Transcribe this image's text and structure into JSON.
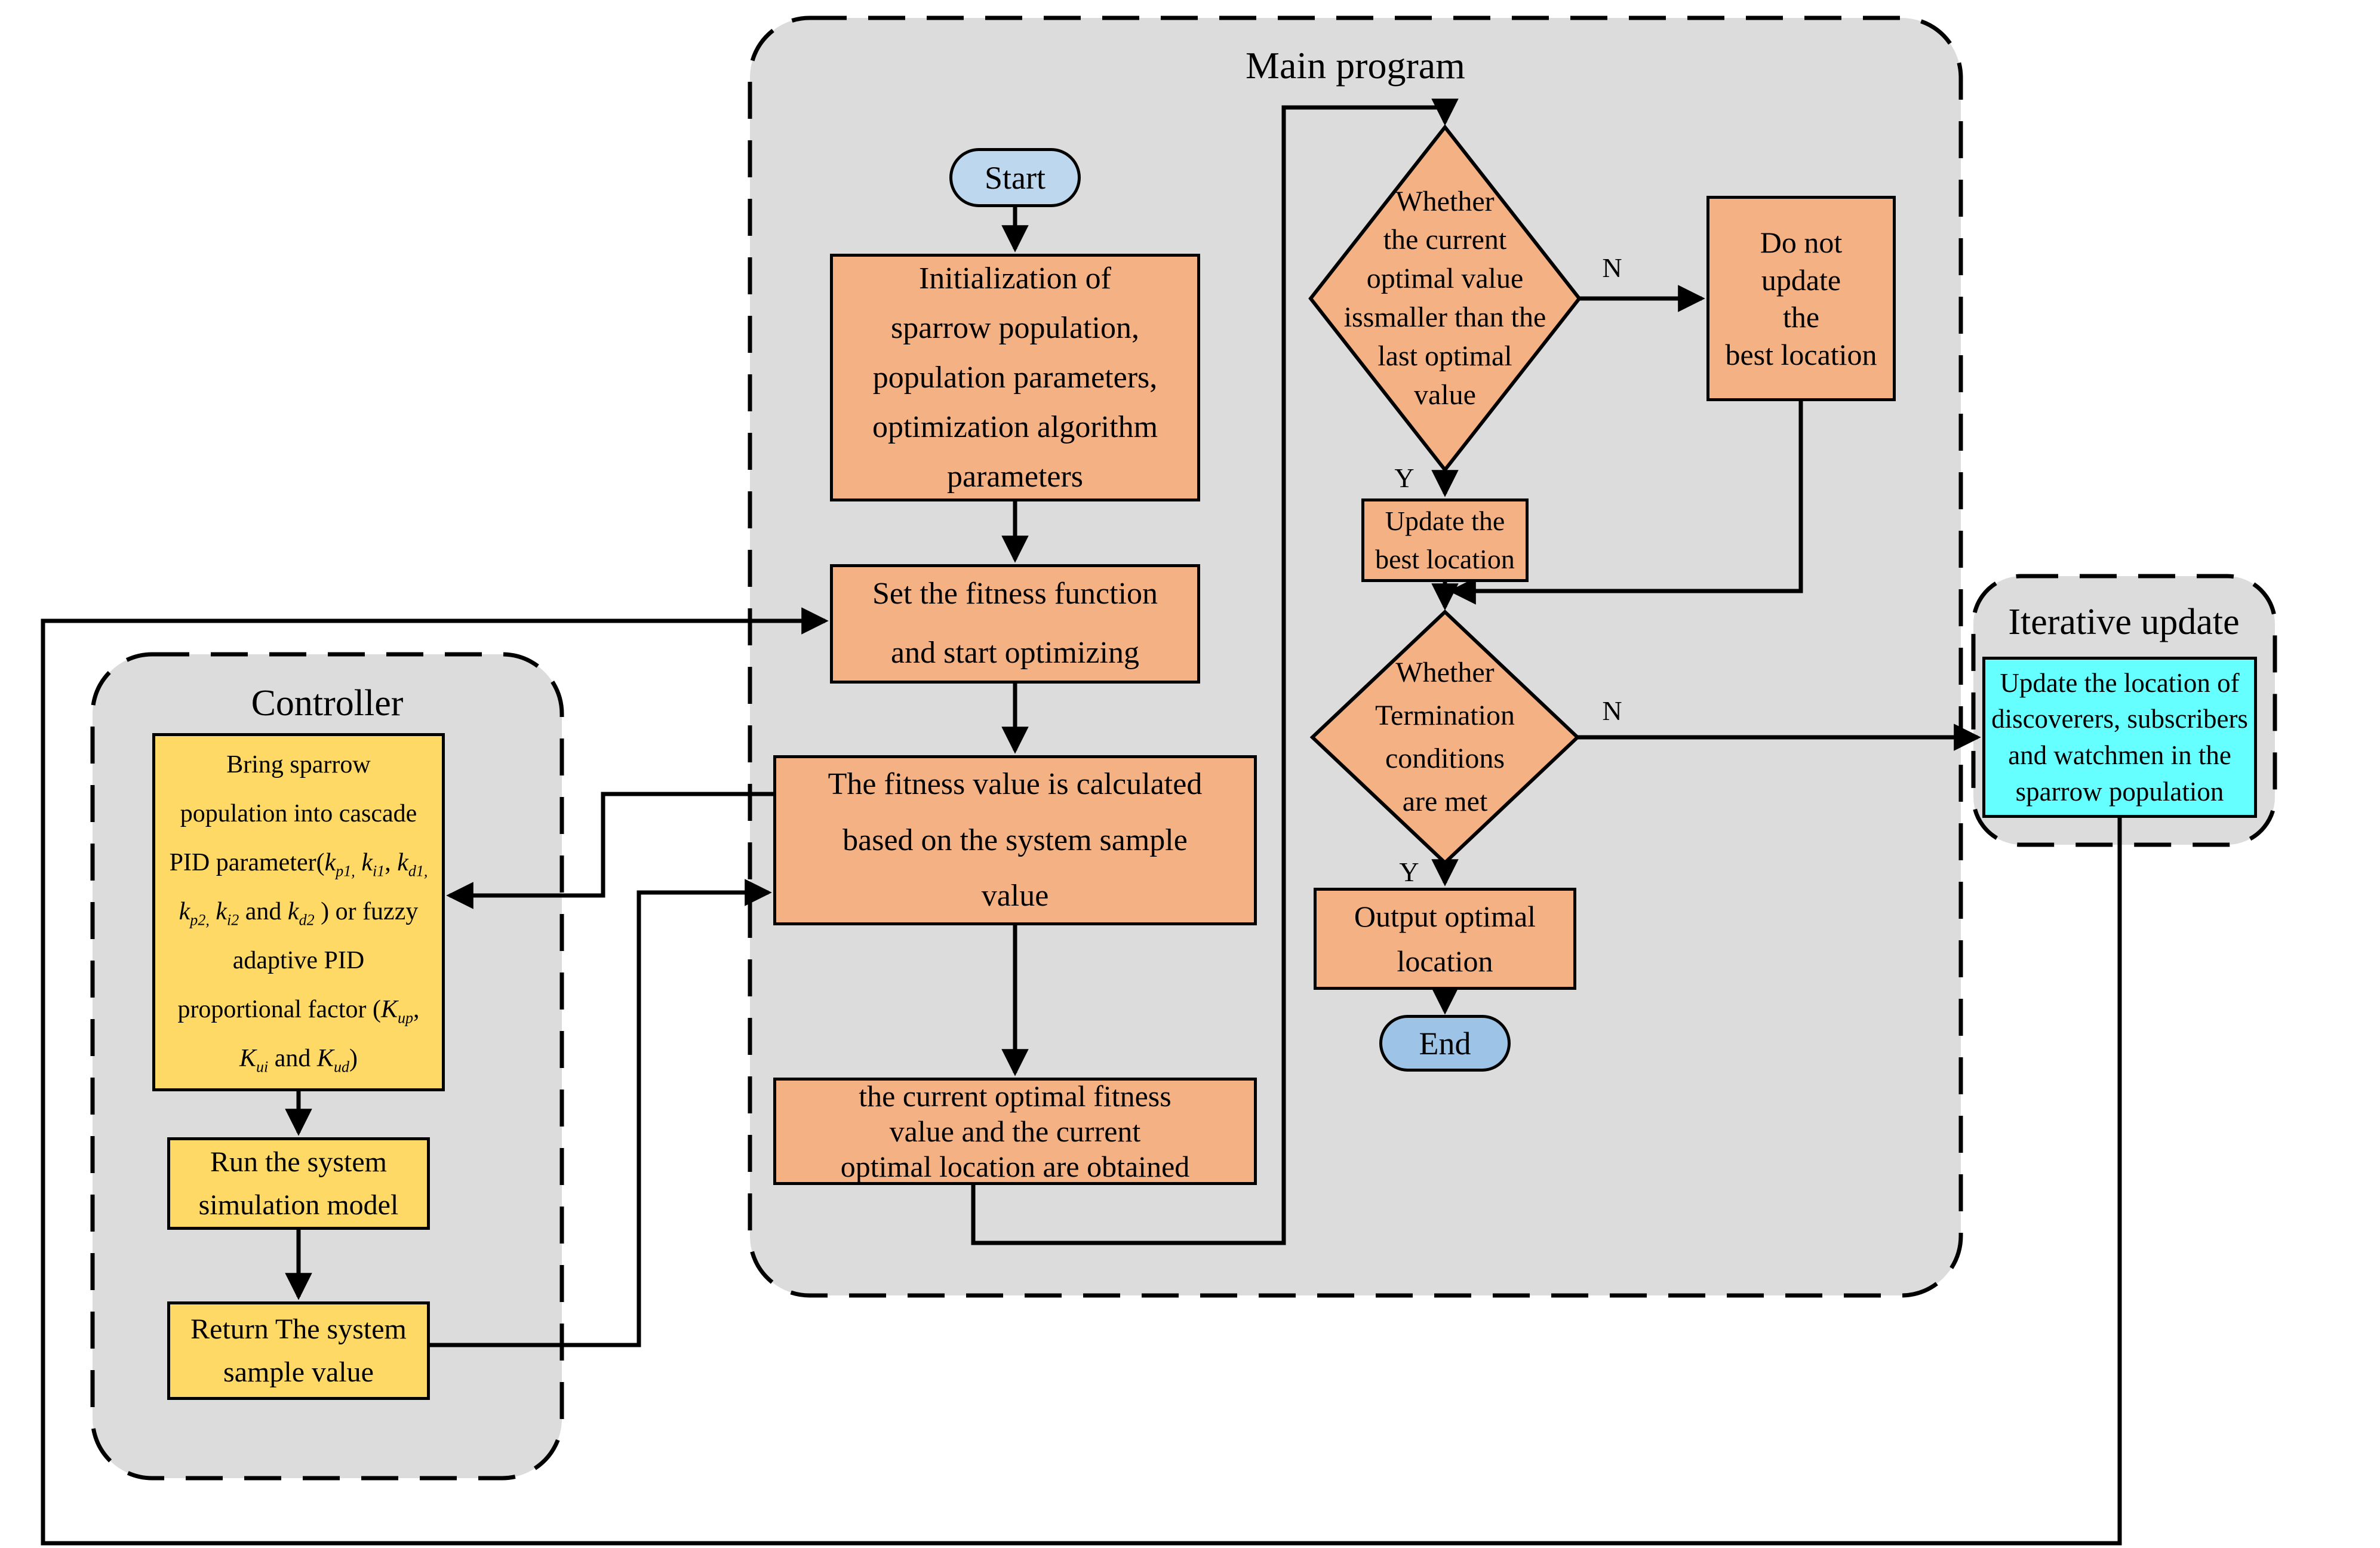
{
  "palette": {
    "page-bg": "#ffffff",
    "container-fill": "#dcdcdc",
    "process-fill": "#f4b183",
    "controller-fill": "#ffd966",
    "iterative-fill": "#66ffff",
    "start-fill": "#bdd7ee",
    "end-fill": "#9dc3e6",
    "line": "#000000"
  },
  "containers": {
    "main": {
      "title": "Main program"
    },
    "controller": {
      "title": "Controller"
    },
    "iterative": {
      "title": "Iterative update"
    }
  },
  "nodes": {
    "start": {
      "label": "Start"
    },
    "init": {
      "lines": [
        "Initialization of",
        "sparrow population,",
        "population parameters,",
        "optimization algorithm",
        "parameters"
      ]
    },
    "set_fitness": {
      "lines": [
        "Set the fitness function",
        "and start optimizing"
      ]
    },
    "fitness_calc": {
      "lines": [
        "The fitness value is calculated",
        "based on the system sample",
        "value"
      ]
    },
    "current_optimal": {
      "lines": [
        "the current optimal fitness",
        "value and the current",
        "optimal location are obtained"
      ]
    },
    "decision_optimal": {
      "lines": [
        "Whether",
        "the current",
        "optimal value",
        "issmaller than the",
        "last optimal",
        "value"
      ]
    },
    "do_not_update": {
      "lines": [
        "Do not",
        "update",
        "the",
        "best location"
      ]
    },
    "update_best": {
      "lines": [
        "Update the",
        "best location"
      ]
    },
    "decision_termination": {
      "lines": [
        "Whether",
        "Termination",
        "conditions",
        "are met"
      ]
    },
    "output_optimal": {
      "lines": [
        "Output optimal",
        "location"
      ]
    },
    "end": {
      "label": "End"
    },
    "update_location": {
      "lines": [
        "Update the location of",
        "discoverers, subscribers",
        "and watchmen in the",
        "sparrow population"
      ]
    },
    "run_model": {
      "lines": [
        "Run the system",
        "simulation model"
      ]
    },
    "return_sample": {
      "lines": [
        "Return The system",
        "sample value"
      ]
    },
    "bring_population": {
      "rich_lines": [
        [
          {
            "t": "Bring sparrow"
          }
        ],
        [
          {
            "t": "population into cascade"
          }
        ],
        [
          {
            "t": "PID parameter("
          },
          {
            "t": "k",
            "it": 1
          },
          {
            "t": "p1,",
            "it": 1,
            "sub": 1
          },
          {
            "t": " "
          },
          {
            "t": "k",
            "it": 1
          },
          {
            "t": "i1",
            "it": 1,
            "sub": 1
          },
          {
            "t": ", "
          },
          {
            "t": "k",
            "it": 1
          },
          {
            "t": "d1,",
            "it": 1,
            "sub": 1
          }
        ],
        [
          {
            "t": "k",
            "it": 1
          },
          {
            "t": "p2,",
            "it": 1,
            "sub": 1
          },
          {
            "t": " "
          },
          {
            "t": "k",
            "it": 1
          },
          {
            "t": "i2",
            "it": 1,
            "sub": 1
          },
          {
            "t": " and "
          },
          {
            "t": "k",
            "it": 1
          },
          {
            "t": "d2",
            "it": 1,
            "sub": 1
          },
          {
            "t": " ) or fuzzy"
          }
        ],
        [
          {
            "t": "adaptive PID"
          }
        ],
        [
          {
            "t": "proportional factor ("
          },
          {
            "t": "K",
            "it": 1
          },
          {
            "t": "up",
            "it": 1,
            "sub": 1
          },
          {
            "t": ","
          }
        ],
        [
          {
            "t": "K",
            "it": 1
          },
          {
            "t": "ui",
            "it": 1,
            "sub": 1
          },
          {
            "t": " and "
          },
          {
            "t": "K",
            "it": 1
          },
          {
            "t": "ud",
            "it": 1,
            "sub": 1
          },
          {
            "t": ")"
          }
        ]
      ]
    }
  },
  "edge_labels": {
    "optimal_no": "N",
    "optimal_yes": "Y",
    "termination_no": "N",
    "termination_yes": "Y"
  }
}
